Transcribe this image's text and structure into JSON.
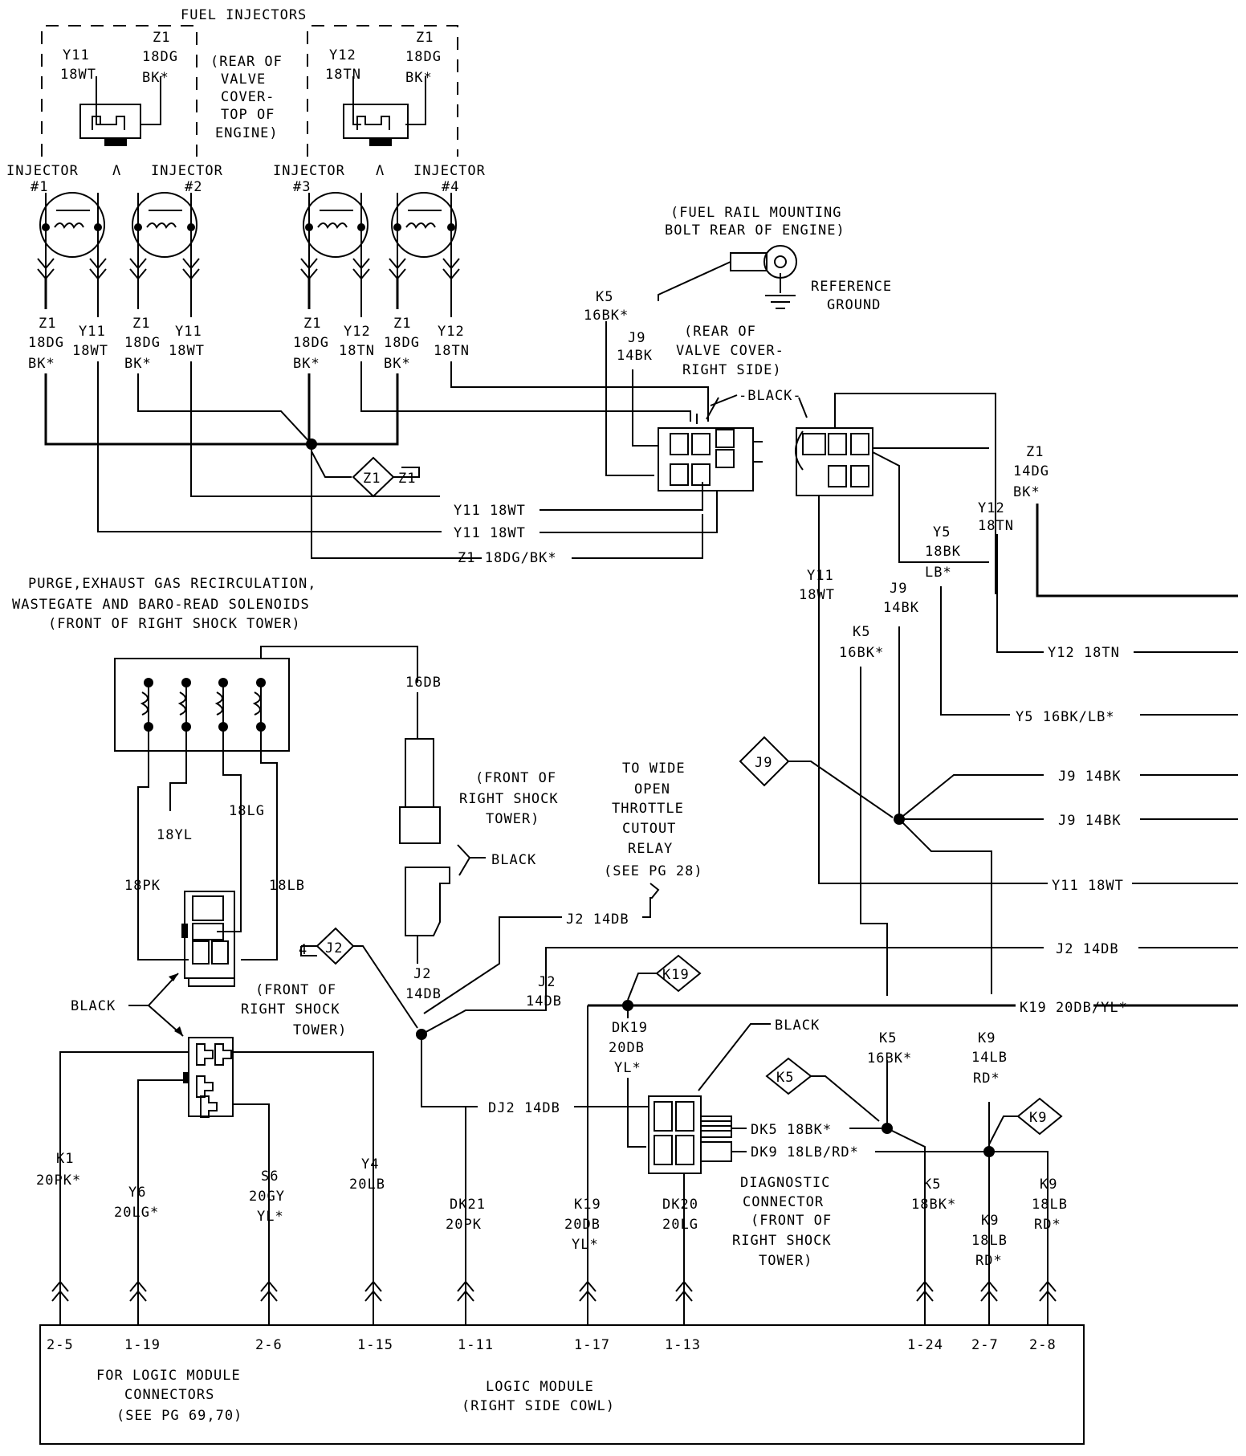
{
  "title": "FUEL INJECTORS",
  "notes": {
    "rear_valve_cover_top": [
      "(REAR OF",
      "VALVE",
      "COVER-",
      "TOP OF",
      "ENGINE)"
    ],
    "fuel_rail_bolt": [
      "(FUEL RAIL MOUNTING",
      "BOLT REAR OF ENGINE)"
    ],
    "reference_ground": [
      "REFERENCE",
      "GROUND"
    ],
    "rear_valve_cover_right": [
      "(REAR OF",
      "VALVE COVER-",
      "RIGHT SIDE)"
    ],
    "solenoids": [
      "PURGE,EXHAUST GAS RECIRCULATION,",
      "WASTEGATE AND BARO-READ SOLENOIDS",
      "(FRONT OF RIGHT SHOCK TOWER)"
    ],
    "front_shock_tower_1": [
      "(FRONT OF",
      "RIGHT SHOCK",
      "TOWER)"
    ],
    "front_shock_tower_2": [
      "(FRONT OF",
      "RIGHT SHOCK",
      "TOWER)"
    ],
    "wot_relay": [
      "TO WIDE",
      "OPEN",
      "THROTTLE",
      "CUTOUT",
      "RELAY",
      "(SEE PG 28)"
    ],
    "diagnostic_connector": [
      "DIAGNOSTIC",
      "CONNECTOR",
      "(FRONT OF",
      "RIGHT SHOCK",
      "TOWER)"
    ],
    "logic_module_ref": [
      "FOR LOGIC MODULE",
      "CONNECTORS",
      "(SEE PG 69,70)"
    ],
    "logic_module": [
      "LOGIC MODULE",
      "(RIGHT SIDE COWL)"
    ]
  },
  "connector_labels": {
    "black_1": "-BLACK-",
    "black_2": "BLACK",
    "black_3": "BLACK",
    "black_4": "BLACK"
  },
  "injectors": [
    {
      "label": "INJECTOR",
      "num": "#1"
    },
    {
      "label": "INJECTOR",
      "num": "#2"
    },
    {
      "label": "INJECTOR",
      "num": "#3"
    },
    {
      "label": "INJECTOR",
      "num": "#4"
    }
  ],
  "wire_labels": {
    "top_y11": [
      "Y11",
      "18WT"
    ],
    "top_z1a": [
      "Z1",
      "18DG",
      "BK*"
    ],
    "top_y12": [
      "Y12",
      "18TN"
    ],
    "top_z1b": [
      "Z1",
      "18DG",
      "BK*"
    ],
    "inj1_z1": [
      "Z1",
      "18DG",
      "BK*"
    ],
    "inj1_y11": [
      "Y11",
      "18WT"
    ],
    "inj2_z1": [
      "Z1",
      "18DG",
      "BK*"
    ],
    "inj2_y11": [
      "Y11",
      "18WT"
    ],
    "inj3_z1": [
      "Z1",
      "18DG",
      "BK*"
    ],
    "inj3_y12": [
      "Y12",
      "18TN"
    ],
    "inj4_z1": [
      "Z1",
      "18DG",
      "BK*"
    ],
    "inj4_y12": [
      "Y12",
      "18TN"
    ],
    "k5_top": [
      "K5",
      "16BK*"
    ],
    "j9_top": [
      "J9",
      "14BK"
    ],
    "z1_splice": "Z1",
    "z1_splice_b": "Z1",
    "y11_run1": "Y11 18WT",
    "y11_run2": "Y11 18WT",
    "z1_run": "Z1 18DG/BK*",
    "right_z1": [
      "Z1",
      "14DG",
      "BK*"
    ],
    "right_y12": [
      "Y12",
      "18TN"
    ],
    "right_y5": [
      "Y5",
      "18BK",
      "LB*"
    ],
    "right_j9": [
      "J9",
      "14BK"
    ],
    "right_y11": [
      "Y11",
      "18WT"
    ],
    "right_k5": [
      "K5",
      "16BK*"
    ],
    "out_y12": "Y12 18TN",
    "out_y5": "Y5 16BK/LB*",
    "out_j9a": "J9 14BK",
    "out_j9b": "J9 14BK",
    "out_y11": "Y11 18WT",
    "out_j2": "J2 14DB",
    "out_k19": "K19 20DB/YL*",
    "j9_splice": "J9",
    "j2_splice": "J2",
    "j2_splice_b": "4",
    "k19_splice": "K19",
    "k5_splice": "K5",
    "k9_splice": "K9",
    "sol_16db": "16DB",
    "sol_18yl": "18YL",
    "sol_18lg": "18LG",
    "sol_18pk": "18PK",
    "sol_18lb": "18LB",
    "j2_relay": "J2 14DB",
    "j2_vert": [
      "J2",
      "14DB"
    ],
    "j2_vert2": [
      "J2",
      "14DB"
    ],
    "dk19": [
      "DK19",
      "20DB",
      "YL*"
    ],
    "dj2": "DJ2 14DB",
    "dk5": "DK5 18BK*",
    "dk9": "DK9 18LB/RD*",
    "k5_mid": [
      "K5",
      "16BK*"
    ],
    "k9_mid": [
      "K9",
      "14LB",
      "RD*"
    ],
    "k1": [
      "K1",
      "20PK*"
    ],
    "y6": [
      "Y6",
      "20LG*"
    ],
    "s6": [
      "S6",
      "20GY",
      "YL*"
    ],
    "y4": [
      "Y4",
      "20LB"
    ],
    "dk21": [
      "DK21",
      "20PK"
    ],
    "k19_bot": [
      "K19",
      "20DB",
      "YL*"
    ],
    "dk20": [
      "DK20",
      "20LG"
    ],
    "k5_bot": [
      "K5",
      "18BK*"
    ],
    "k9_bot1": [
      "K9",
      "18LB",
      "RD*"
    ],
    "k9_bot2": [
      "K9",
      "18LB",
      "RD*"
    ]
  },
  "module_pins": [
    "2-5",
    "1-19",
    "2-6",
    "1-15",
    "1-11",
    "1-17",
    "1-13",
    "1-24",
    "2-7",
    "2-8"
  ]
}
